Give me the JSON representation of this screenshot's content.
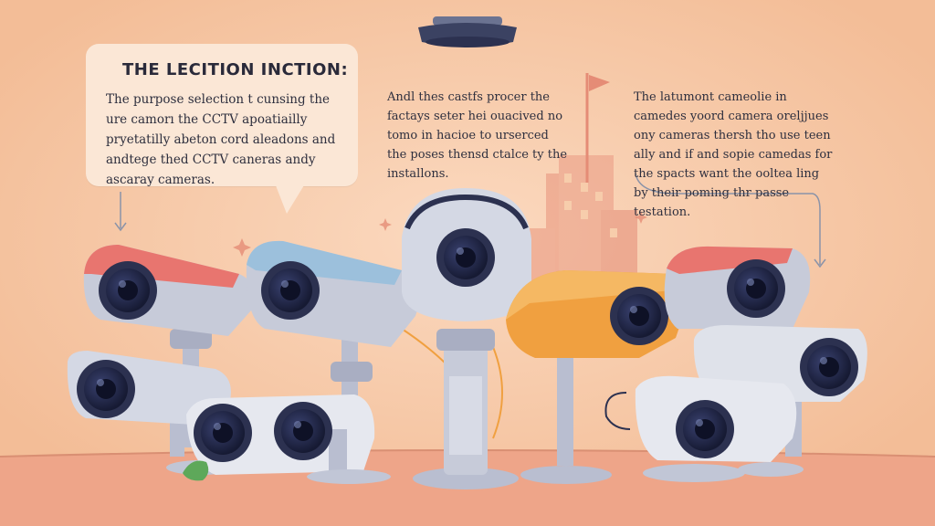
{
  "panel_left": {
    "title": "THE LECITION INCTION:",
    "text": "The purpose selection t cunsing the ure camorı the CCTV apoatiailly pryetatilly abeton cord aleadons and andtege thed CCTV caneras andy ascaray cameras."
  },
  "panel_middle": {
    "text": "Andl thes castfs procer the factays seter hei ouacived no tomo in hacioe to urserced the poses thensd ctalce ty the installons."
  },
  "panel_right": {
    "text": "The latumont cameolie in camedes yoord camera oreljjues ony cameras thersh tho use teen ally and if and sopie camedas for the spacts want the ooltea ling by their poming thr passe testation."
  },
  "icons": [
    "ceiling-dome-camera",
    "flag",
    "city-buildings",
    "cctv-camera",
    "leaf",
    "cable"
  ],
  "colors": {
    "background": "#f6c9a4",
    "floor": "#eea589",
    "bubble": "#fbe7d6",
    "camera_dark": "#2c3150",
    "camera_body": "#c7cbd9",
    "accent_red": "#e8756f",
    "accent_blue": "#9cc0dc",
    "accent_orange": "#f0a040"
  }
}
